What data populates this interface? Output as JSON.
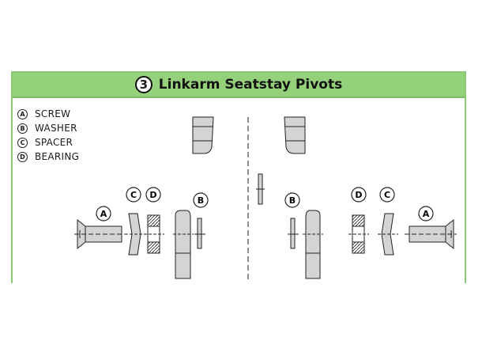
{
  "header": {
    "step_number": "3",
    "title": "Linkarm Seatstay Pivots"
  },
  "legend": [
    {
      "letter": "A",
      "label": "SCREW"
    },
    {
      "letter": "B",
      "label": "WASHER"
    },
    {
      "letter": "C",
      "label": "SPACER"
    },
    {
      "letter": "D",
      "label": "BEARING"
    }
  ],
  "callouts": {
    "left_screw": "A",
    "left_spacer": "C",
    "left_bearing": "D",
    "left_washer": "B",
    "right_washer": "B",
    "right_bearing": "D",
    "right_spacer": "C",
    "right_screw": "A"
  },
  "colors": {
    "header_bg": "#95d07a",
    "border": "#8ac873",
    "part_fill": "#d4d4d4",
    "stroke": "#222222"
  }
}
